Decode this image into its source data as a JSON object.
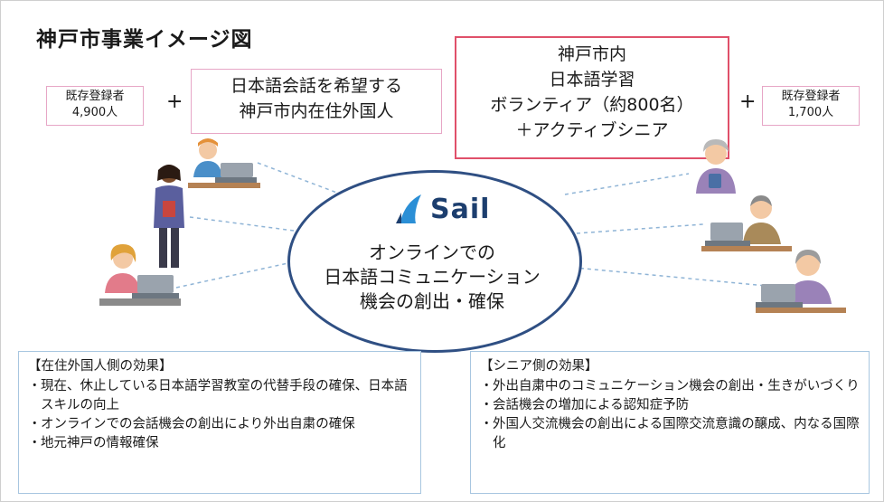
{
  "title": "神戸市事業イメージ図",
  "left_box": {
    "line1": "既存登録者",
    "line2": "4,900人"
  },
  "left_op": "+",
  "foreign_box": {
    "line1": "日本語会話を希望する",
    "line2": "神戸市内在住外国人"
  },
  "volunteer_box": {
    "line1": "神戸市内",
    "line2": "日本語学習",
    "line3": "ボランティア（約800名）",
    "line4": "＋アクティブシニア"
  },
  "right_op": "+",
  "right_box": {
    "line1": "既存登録者",
    "line2": "1,700人"
  },
  "center": {
    "logo_text": "Sail",
    "line1": "オンラインでの",
    "line2": "日本語コミュニケーション",
    "line3": "機会の創出・確保"
  },
  "foreign_effects": {
    "heading": "【在住外国人側の効果】",
    "items": [
      "現在、休止している日本語学習教室の代替手段の確保、日本語スキルの向上",
      "オンラインでの会話機会の創出により外出自粛の確保",
      "地元神戸の情報確保"
    ]
  },
  "senior_effects": {
    "heading": "【シニア側の効果】",
    "items": [
      "外出自粛中のコミュニケーション機会の創出・生きがいづくり",
      "会話機会の増加による認知症予防",
      "外国人交流機会の創出による国際交流意識の醸成、内なる国際化"
    ]
  },
  "colors": {
    "pink_border": "#e7a6c6",
    "red_border": "#e0506a",
    "ellipse_border": "#2f4f83",
    "effects_border": "#a8c6e0",
    "logo_blue": "#2b8fd6",
    "dashed_line": "#8fb4d6"
  },
  "icons": [
    "sail-logo-icon",
    "person-laptop-icon",
    "person-standing-icon",
    "senior-person-icon"
  ]
}
